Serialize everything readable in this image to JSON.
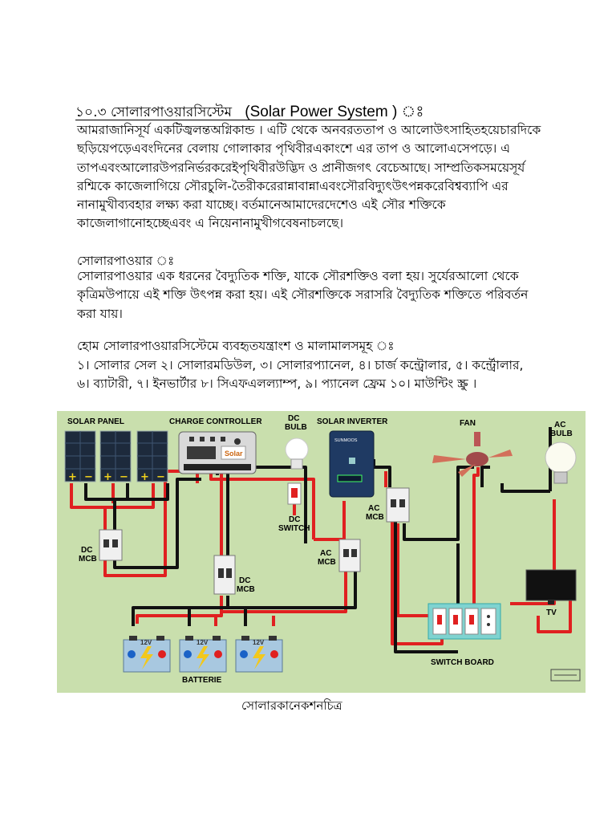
{
  "heading": {
    "bn": "১০.৩ সোলারপাওয়ারসিস্টেম",
    "en": "(Solar Power System ) ঃ"
  },
  "paragraph1": [
    "আমরাজানিসূর্য একটিজ্বলন্তঅগ্নিকান্ড । এটি থেকে অনবরততাপ ও আলোউৎসাহিতহয়েচারদিকে",
    "ছড়িয়েপড়েএবংদিনের বেলায় গোলাকার পৃথিবীরএকাংশে এর তাপ ও আলোএসেপড়ে। এ",
    "তাপএবংআলোরউপরনির্ভরকরেইপৃথিবীরউদ্ভিদ ও প্রানীজগৎ বেচেআছে। সাম্প্রতিকসময়েসূর্য",
    "রশ্মিকে কাজেলাগিয়ে সৌরচুলি-তৈরীকরেরান্নাবান্নাএবংসৌরবিদ্যুৎউৎপন্নকরেবিশ্বব্যাপি এর",
    "নানামুখীব্যবহার লক্ষ্য করা যাচ্ছে। বর্তমানেআমাদেরদেশেও এই সৌর শক্তিকে",
    "কাজেলাগানোহচ্ছেএবং এ নিয়েনানামুখীগবেষনাচলছে।"
  ],
  "subheading1": "সোলারপাওয়ার ঃ",
  "paragraph2": [
    "সোলারপাওয়ার এক ধরনের বৈদ্যুতিক শক্তি, যাকে সৌরশক্তিও বলা হয়। সুর্যেরআলো থেকে",
    "কৃত্রিমউপায়ে এই শক্তি উৎপন্ন করা হয়। এই সৌরশক্তিকে সরাসরি বৈদ্যুতিক শক্তিতে পরিবর্তন",
    "করা যায়।"
  ],
  "subheading2": "হোম সোলারপাওয়ারসিস্টেমে ব্যবহৃতযন্ত্রাংশ ও মালামালসমূহ ঃ",
  "paragraph3": [
    "১। সোলার সেল ২। সোলারমডিউল, ৩। সোলারপ্যানেল, ৪। চার্জ কন্ট্রোলার, ৫। কর্ন্ট্রোলার,",
    "৬। ব্যাটারী, ৭। ইনভার্টার ৮। সিএফএলল্যাম্প, ৯। প্যানেল ফ্রেম ১০। মাউন্টিং স্ক্রু ।"
  ],
  "diagram": {
    "labels": {
      "solar_panel": "SOLAR PANEL",
      "charge_controller": "CHARGE CONTROLLER",
      "dc_bulb": [
        "DC",
        "BULB"
      ],
      "solar_inverter": "SOLAR INVERTER",
      "fan": "FAN",
      "ac_bulb": [
        "AC",
        "BULB"
      ],
      "dc_switch": [
        "DC",
        "SWITCH"
      ],
      "dc_mcb_left": [
        "DC",
        "MCB"
      ],
      "dc_mcb_center": [
        "DC",
        "MCB"
      ],
      "ac_mcb_left": [
        "AC",
        "MCB"
      ],
      "ac_mcb_right": [
        "AC",
        "MCB"
      ],
      "tv": "TV",
      "switch_board": "SWITCH BOARD",
      "batterie": "BATTERIE",
      "battery_voltage": "12V",
      "controller_brand": "Solar",
      "inverter_brand": "SUNMOOS"
    },
    "colors": {
      "background": "#c9dfad",
      "positive_wire": "#e02020",
      "negative_wire": "#111111",
      "panel": "#1d2a3c",
      "battery": "#a8c8e0",
      "inverter": "#1f3a63",
      "switchboard": "#7fd3d0"
    }
  },
  "caption": "সোলারকানেকশনচিত্র"
}
